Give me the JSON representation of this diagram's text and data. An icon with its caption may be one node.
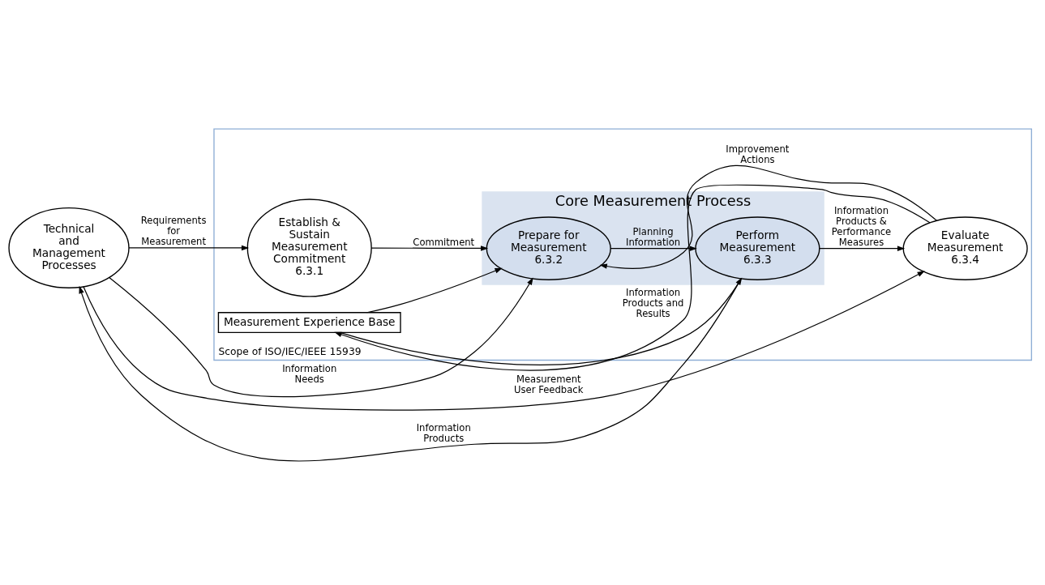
{
  "diagram": {
    "nodes": [
      {
        "text": [
          "Technical and Management Processes"
        ]
      },
      {
        "text": [
          "Scope of ISO/IEC/IEEE 15939"
        ]
      },
      {
        "text": [
          "Establish & Sustain Measurement Commitment 6.3.1"
        ],
        "in": 1
      },
      {
        "text": [
          "Core Measurement Process"
        ],
        "in": 1
      },
      {
        "text": [
          "Prepare for Measurement 6.3.2"
        ],
        "in": 3
      },
      {
        "text": [
          "Perform Measurement 6.3.3"
        ],
        "in": 3
      },
      {
        "text": [
          "Evaluate Measurement 6.3.4"
        ],
        "in": 1
      },
      {
        "text": [
          "Measurement Experience Base"
        ],
        "in": 1
      }
    ],
    "edges": [
      {
        "from": 0,
        "to": 2,
        "arrow": "to",
        "label": "Requirements for Measurement"
      },
      {
        "from": 0,
        "to": 4,
        "arrow": "to",
        "label": "Information Needs"
      },
      {
        "from": 5,
        "to": 0,
        "arrow": "to",
        "label": "Information Products"
      },
      {
        "from": 0,
        "to": 6,
        "arrow": "to",
        "label": "Measurement User Feedback"
      },
      {
        "from": 2,
        "to": 4,
        "arrow": "to",
        "label": "Commitment"
      },
      {
        "from": 4,
        "to": 5,
        "arrow": "to",
        "label": "Planning Information"
      },
      {
        "from": 5,
        "to": 6,
        "arrow": "to",
        "label": "Information Products & Performance Measures"
      },
      {
        "from": 6,
        "to": 7,
        "arrow": "to",
        "label": "Information Products and Results"
      },
      {
        "from": 7,
        "to": 4,
        "arrow": "to"
      },
      {
        "from": 7,
        "to": 5,
        "arrow": "to"
      },
      {
        "from": 6,
        "to": 4,
        "arrow": "to",
        "label": "Improvement Actions"
      }
    ]
  }
}
